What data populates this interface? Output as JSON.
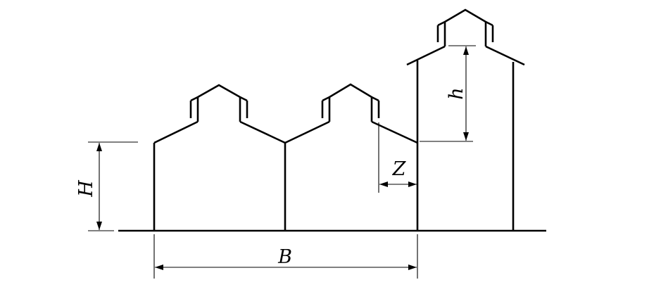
{
  "diagram": {
    "labels": {
      "H": "H",
      "h": "h",
      "Z": "Z",
      "B": "B"
    },
    "ink_color": "#000000",
    "background_color": "#ffffff"
  }
}
